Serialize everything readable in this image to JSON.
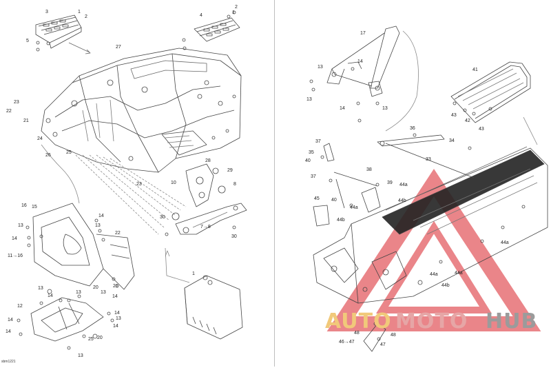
{
  "diagram": {
    "figure_id": "sbm1221",
    "colors": {
      "line": "#444444",
      "light_line": "#9a9a9a",
      "watermark_red": "#d9232a",
      "watermark_gold": "#f1c97a"
    },
    "watermark": {
      "part_a": "AUTO",
      "part_b": "MOTO",
      "part_c": "HUB"
    },
    "callouts": {
      "left": [
        "3",
        "1",
        "2",
        "4",
        "2",
        "1",
        "5",
        "27",
        "23",
        "22",
        "21",
        "24",
        "26",
        "25",
        "23",
        "28",
        "29",
        "10",
        "8",
        "30",
        "7→8",
        "30",
        "16",
        "15",
        "13",
        "14",
        "11→16",
        "13",
        "14",
        "22",
        "21",
        "13",
        "20",
        "13",
        "14",
        "12",
        "14",
        "14",
        "25",
        "20",
        "13",
        "1",
        "14",
        "14",
        "13",
        "14",
        "13"
      ],
      "right": [
        "17",
        "13",
        "14",
        "13",
        "14",
        "13",
        "41",
        "43",
        "42",
        "43",
        "37",
        "36",
        "35",
        "40",
        "34",
        "33",
        "38",
        "37",
        "39",
        "40",
        "45",
        "44a",
        "44b",
        "44a",
        "44b",
        "44a",
        "44a",
        "44a",
        "44b",
        "48",
        "46→47",
        "48",
        "47"
      ]
    }
  }
}
